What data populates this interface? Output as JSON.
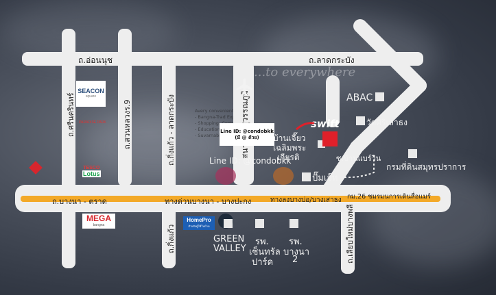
{
  "roads": {
    "top_left": "ถ.อ่อนนุช",
    "top_right": "ถ.ลาดกระบัง",
    "v_srinakarin": "ถ.ศรีนครินทร์",
    "v_suan_luang": "ถ.สวนหลวงร.9",
    "v_kingkaew_lat": "ถ.กิ่งแก้ว - ลาดกระบัง",
    "v_kingkaew_bottom": "ถ.กิ่งแก้ว",
    "v_airport": "สนามบินสุวรรณภูมิ",
    "v_king_bottom_right": "ถ.เลียบใหม่บางพลี",
    "bangna_trad": "ถ.บางนา - ตราด",
    "expressway": "ทางด่วนบางนา - บางปะกง",
    "exit_bangphli": "ทางลงบางบ่อ/บางเสาธง",
    "km26": "กม.26 ชมรมนการเดินสื่อแมร์",
    "soi": "ซ.บ้านแบร์วิน"
  },
  "places": {
    "abac": "ABAC",
    "wat": "วัดศิริเสาธง",
    "dept": "กรมที่ดินสมุทรปราการ",
    "bang_kliao": "บ้านเจี๊ยว",
    "chalerm": "เฉลิมพระ",
    "kiat": "เกียรติ",
    "pump": "ปั๊มเจ๊ท",
    "green_valley_1": "GREEN",
    "green_valley_2": "VALLEY",
    "hosp1_1": "รพ.",
    "hosp1_2": "เซ็นทรัล",
    "hosp1_3": "ปาร์ค",
    "hosp2_1": "รพ.",
    "hosp2_2": "บางนา",
    "hosp2_3": "2",
    "swift": "swift"
  },
  "logos": {
    "seacon": "SEACON",
    "seacon_sub": "square",
    "paradise": "PARADISE PARK",
    "tesco": "TESCO",
    "lotus": "Lotus",
    "mega": "MEGA",
    "mega_sub": "bangna",
    "homepro": "HomePro",
    "homepro_sub": "สำหรับผู้ใช้ในบ้าน"
  },
  "bg_text": {
    "tagline": "...to everywhere",
    "d1": "Avery convenient to...",
    "d2": "- Bangna-Trad Expressway",
    "d3": "- Shopping: Central, Mega...",
    "d4": "- Educations",
    "d5": "- Suvarnabhumi"
  },
  "watermark": {
    "box_line1": "Line ID: @condobkk",
    "box_line2": "(มี @ ด้วย)",
    "center": "Line ID: @condobkk"
  },
  "colors": {
    "road": "#eeeeee",
    "expressway": "#f3a928",
    "project": "#e0202a"
  }
}
